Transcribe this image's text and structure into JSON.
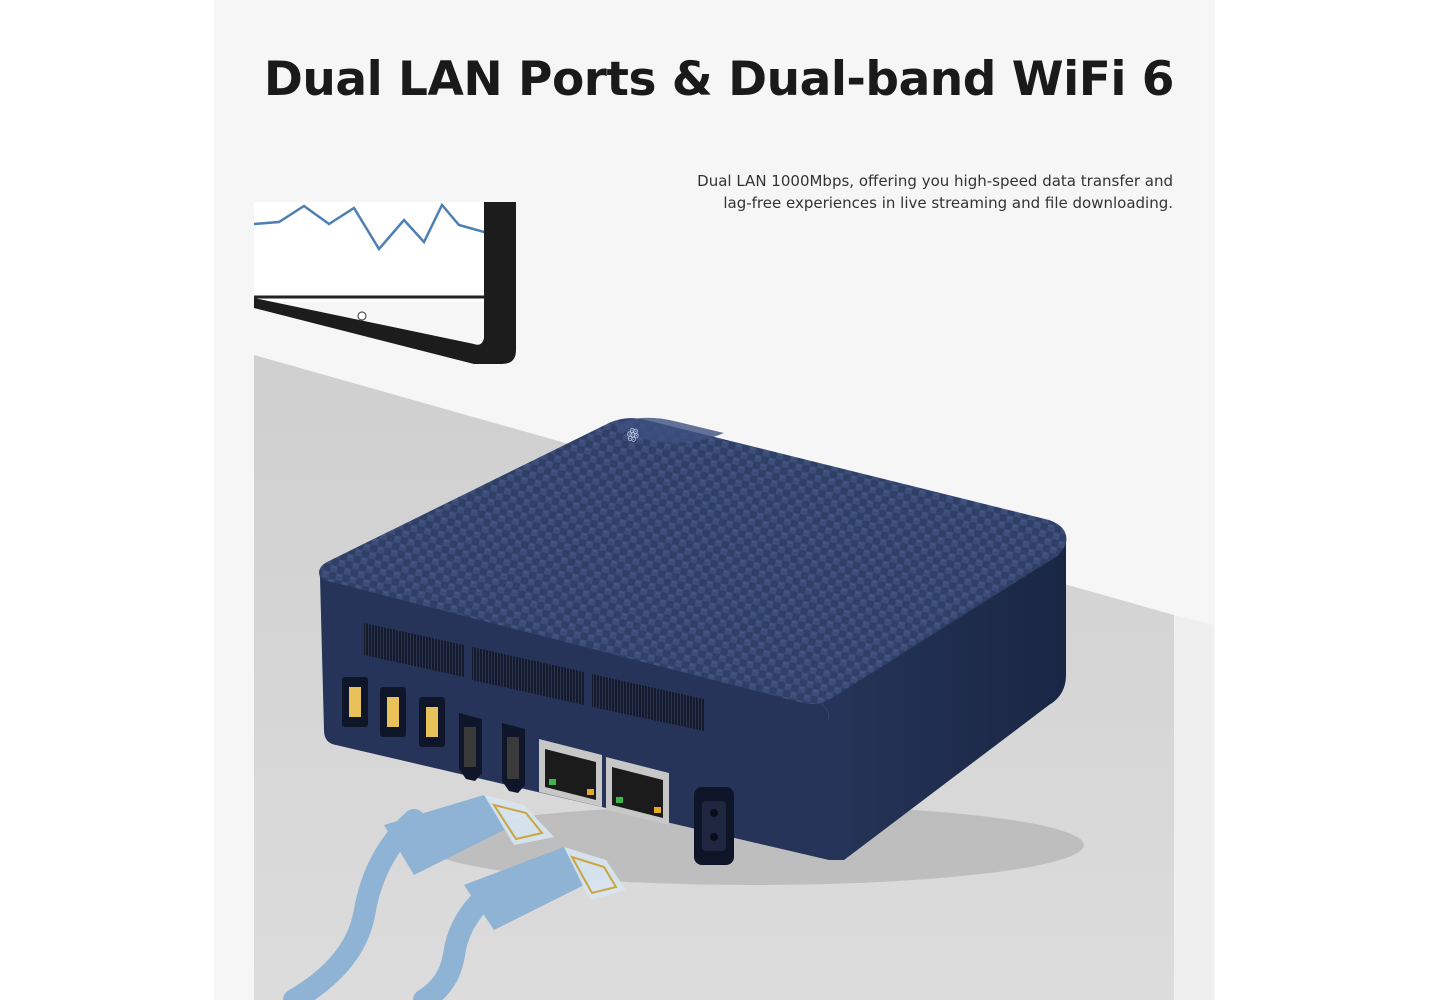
{
  "heading": "Dual LAN Ports & Dual-band WiFi 6",
  "description": {
    "line1": "Dual LAN 1000Mbps, offering you high-speed data transfer and",
    "line2": "lag-free experiences in live streaming and file downloading."
  },
  "device": {
    "logo_text": "ꙮ",
    "port_labels": [
      "USB",
      "USB",
      "USB",
      "HDMI",
      "HDMI",
      "LAN",
      "LAN",
      "DC"
    ]
  },
  "colors": {
    "device_body": "#2b3a5e",
    "cable": "#8fb3d4",
    "background": "#f6f6f6",
    "desk": "#d4d4d4"
  }
}
